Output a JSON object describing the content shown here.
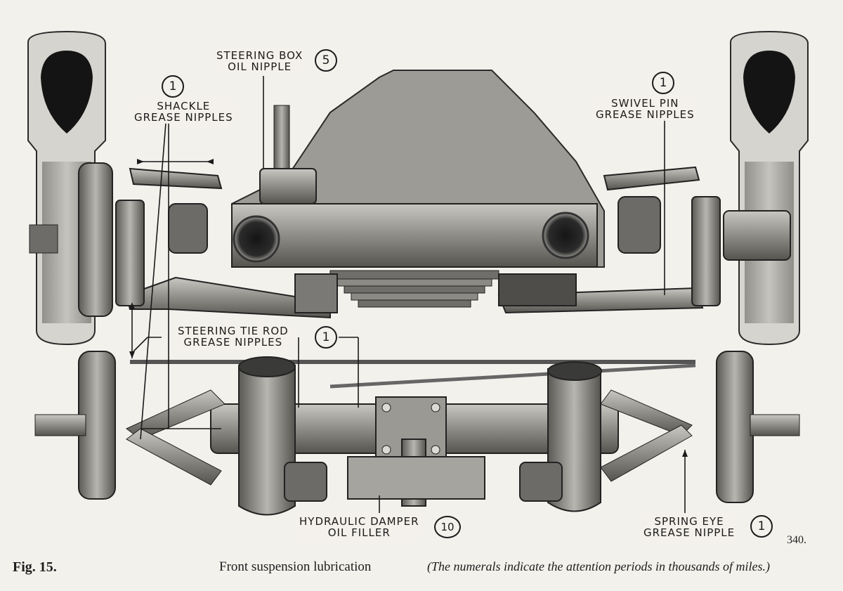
{
  "figure": {
    "label": "Fig. 15.",
    "title": "Front suspension lubrication",
    "note": "(The numerals indicate the attention periods in thousands of miles.)",
    "drawing_number": "340."
  },
  "callouts": {
    "steering_box": {
      "line1": "STEERING BOX",
      "line2": "OIL NIPPLE",
      "interval": "5"
    },
    "shackle": {
      "line1": "SHACKLE",
      "line2": "GREASE NIPPLES",
      "interval": "1"
    },
    "swivel_pin": {
      "line1": "SWIVEL PIN",
      "line2": "GREASE NIPPLES",
      "interval": "1"
    },
    "tie_rod": {
      "line1": "STEERING TIE ROD",
      "line2": "GREASE NIPPLES",
      "interval": "1"
    },
    "damper": {
      "line1": "HYDRAULIC DAMPER",
      "line2": "OIL FILLER",
      "interval": "10"
    },
    "spring_eye": {
      "line1": "SPRING EYE",
      "line2": "GREASE NIPPLE",
      "interval": "1"
    }
  },
  "colors": {
    "paper": "#f3f1ec",
    "ink": "#1b1b1b",
    "metal_dark": "#4a4a48",
    "metal_mid": "#8a8985",
    "metal_light": "#bdbbb5"
  }
}
